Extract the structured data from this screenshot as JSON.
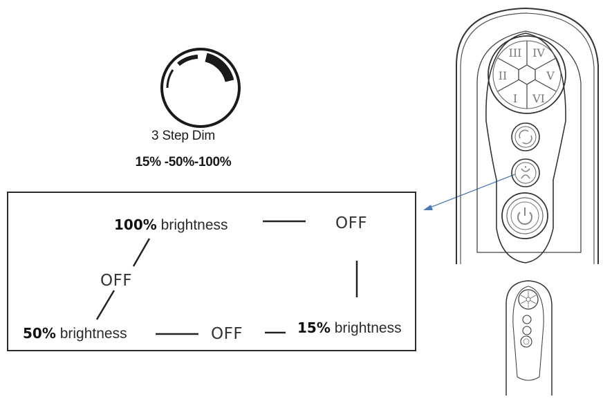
{
  "dim_icon": {
    "name": "three-step-dim-icon"
  },
  "dim_title": "3 Step Dim",
  "dim_levels": "15% -50%-100%",
  "sequence": {
    "b100": {
      "pct": "100%",
      "text": "brightness"
    },
    "b50": {
      "pct": "50%",
      "text": "brightness"
    },
    "b15": {
      "pct": "15%",
      "text": "brightness"
    },
    "off_top": "OFF",
    "off_left": "OFF",
    "off_bottom": "OFF"
  },
  "remote": {
    "speed_buttons": [
      "III",
      "IV",
      "II",
      "V",
      "I",
      "VI"
    ],
    "button_icons": [
      "reverse-icon",
      "light-icon",
      "power-icon"
    ],
    "outline_color": "#333333",
    "pointer_color": "#4a7ab5"
  }
}
